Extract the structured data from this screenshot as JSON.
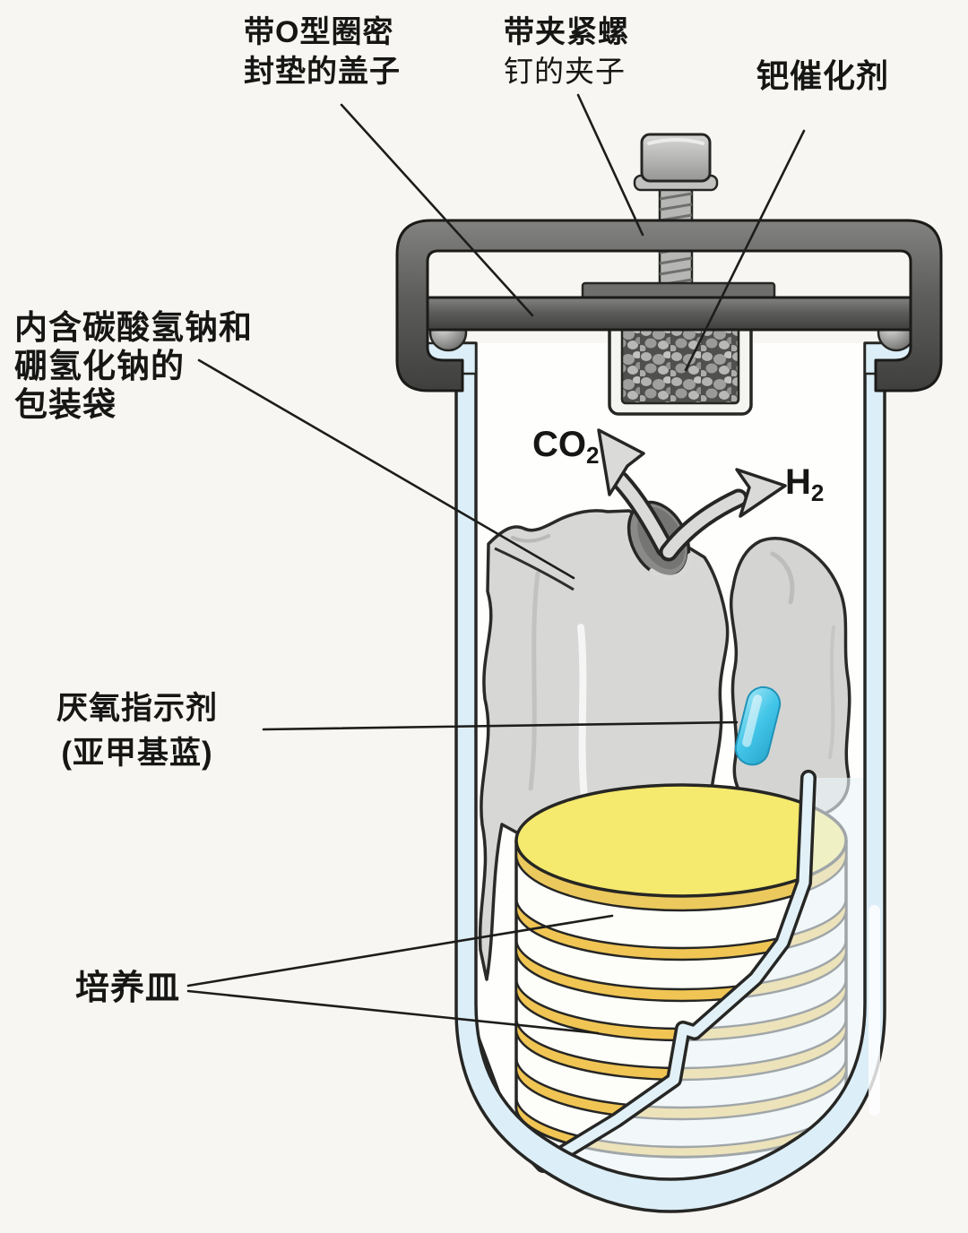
{
  "figure": {
    "description_labels": {
      "lid_seal": [
        "带O型圈密",
        "封垫的盖子"
      ],
      "clamp": [
        "带夹紧螺",
        "钉的夹子"
      ],
      "catalyst": "钯催化剂",
      "packet": [
        "内含碳酸氢钠和",
        "硼氢化钠的",
        "包装袋"
      ],
      "indicator": [
        "厌氧指示剂",
        "(亚甲基蓝)"
      ],
      "dishes": "培养皿"
    },
    "gases": {
      "co2": {
        "symbol": "CO",
        "subscript": "2"
      },
      "h2": {
        "symbol": "H",
        "subscript": "2"
      }
    },
    "palette": {
      "background": "#f8f6f3",
      "ink_outline": "#262624",
      "metal_dark": "#4e4e4c",
      "metal_light": "#c9c9c7",
      "glass_blue": "#dceef7",
      "bag_gray": "#d6d6d4",
      "bag_opening_gray": "#8a8a88",
      "capsule_blue": "#41c5e8",
      "agar_yellow": "#f5e96e",
      "dish_gold": "#eec24f",
      "catalyst_stone_gray": "#aeaeac"
    }
  }
}
